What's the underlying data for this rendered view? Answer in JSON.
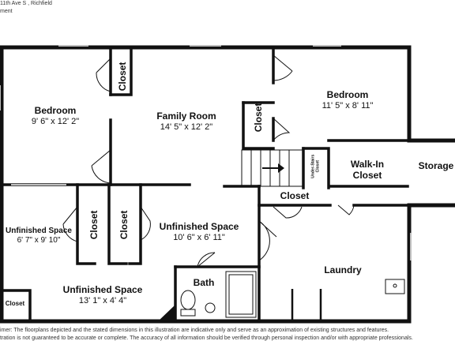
{
  "header": {
    "address": "11th Ave S , Richfield",
    "level": "ment"
  },
  "rooms": {
    "bedroom_left": {
      "name": "Bedroom",
      "dims": "9' 6\" x 12' 2\""
    },
    "family_room": {
      "name": "Family Room",
      "dims": "14' 5\" x 12' 2\""
    },
    "bedroom_right": {
      "name": "Bedroom",
      "dims": "11' 5\" x 8' 11\""
    },
    "walk_in_closet": {
      "name_line1": "Walk-In",
      "name_line2": "Closet"
    },
    "storage": {
      "name": "Storage"
    },
    "under_stairs": {
      "line1": "Under-Stairs",
      "line2": "Closet"
    },
    "unfinished_left": {
      "name": "Unfinished Space",
      "dims": "6' 7\" x 9' 10\""
    },
    "unfinished_center": {
      "name": "Unfinished Space",
      "dims": "10' 6\" x 6' 11\""
    },
    "unfinished_bottom": {
      "name": "Unfinished Space",
      "dims": "13' 1\" x 4' 4\""
    },
    "bath": {
      "name": "Bath"
    },
    "laundry": {
      "name": "Laundry"
    }
  },
  "closets": {
    "label": "Closet"
  },
  "disclaimer": {
    "line1": "imer: The floorplans depicted and the stated dimensions in this illustration are indicative only and serve as an approximation of existing structures and features.",
    "line2": "tration is not guaranteed to be accurate or complete. The accuracy of all information should be verified through personal inspection and/or with appropriate professionals."
  },
  "colors": {
    "wall": "#111111",
    "background": "#ffffff",
    "window": "#bfbfbf"
  }
}
